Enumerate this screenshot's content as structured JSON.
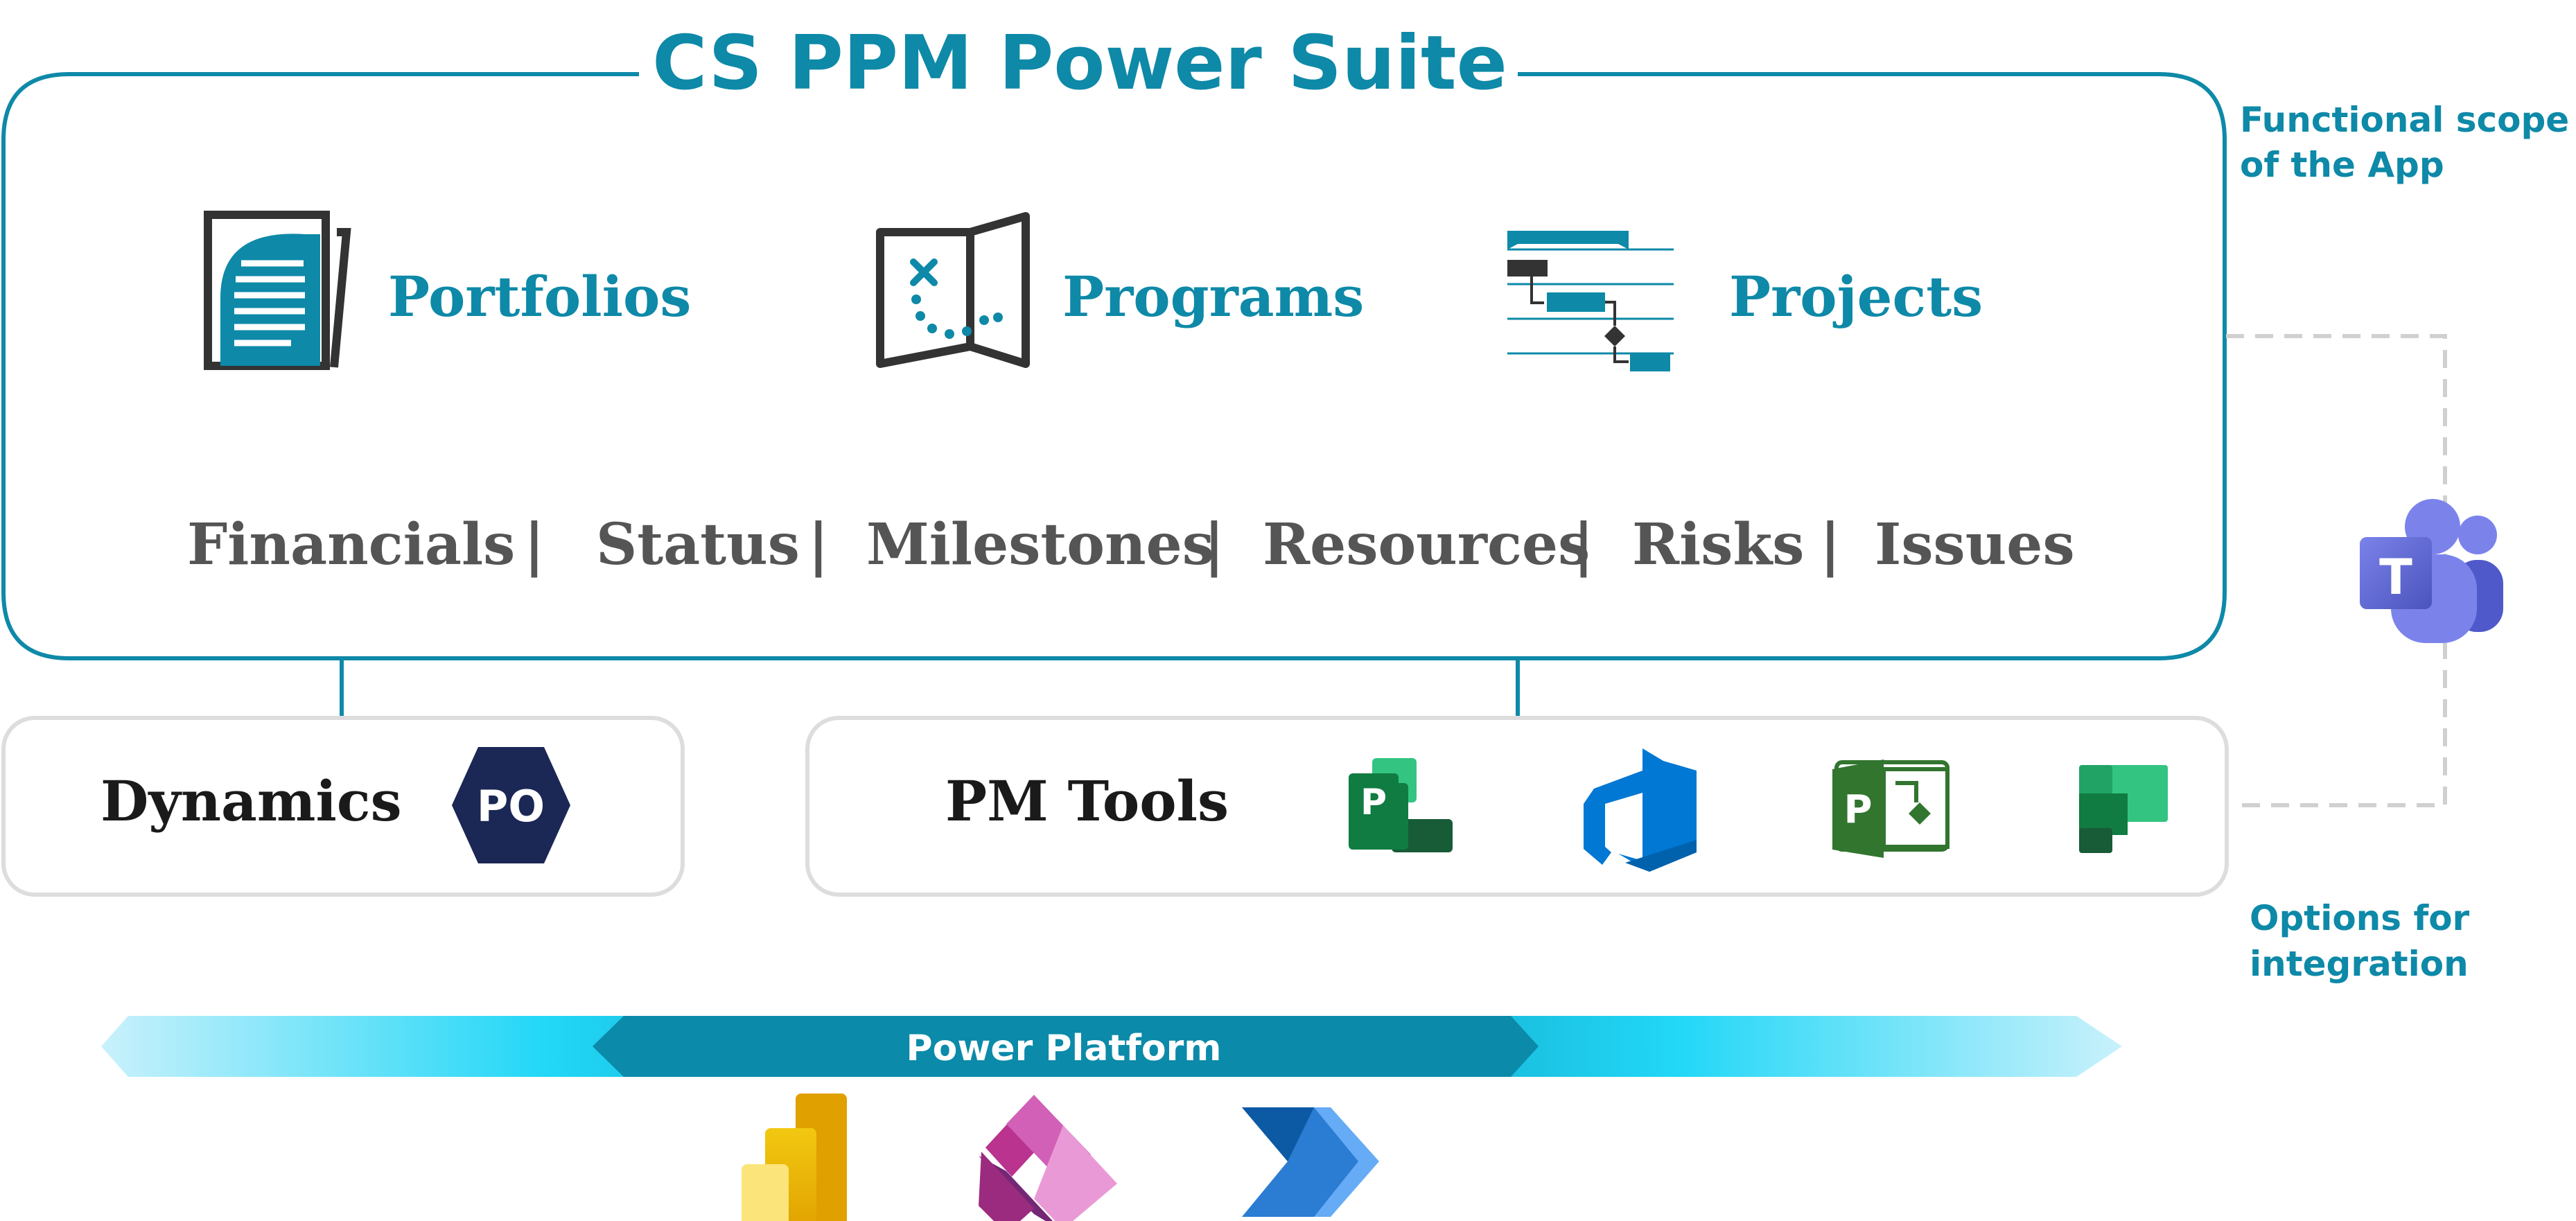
{
  "title": "CS PPM Power Suite",
  "scope_note": {
    "line1": "Functional scope",
    "line2": "of the App"
  },
  "integration_note": {
    "line1": "Options for",
    "line2": "integration"
  },
  "areas": [
    {
      "label": "Portfolios",
      "icon": "portfolio-document-icon"
    },
    {
      "label": "Programs",
      "icon": "program-map-icon"
    },
    {
      "label": "Projects",
      "icon": "project-gantt-icon"
    }
  ],
  "features": [
    "Financials",
    "Status",
    "Milestones",
    "Resources",
    "Risks",
    "Issues"
  ],
  "feature_separator": "|",
  "dynamics": {
    "label": "Dynamics",
    "badge": "PO"
  },
  "pm_tools": {
    "label": "PM Tools",
    "tools": [
      {
        "icon": "project-online-icon",
        "letter": "P"
      },
      {
        "icon": "azure-devops-icon"
      },
      {
        "icon": "ms-project-icon",
        "letter": "P"
      },
      {
        "icon": "planner-icon"
      }
    ]
  },
  "teams": {
    "icon": "teams-icon",
    "letter": "T"
  },
  "platform": {
    "label": "Power Platform",
    "apps": [
      "power-bi-icon",
      "power-apps-icon",
      "power-automate-icon"
    ]
  },
  "colors": {
    "brand": "#0e89a8",
    "text_gray": "#555555",
    "text_dark": "#1a1a1a",
    "box_border": "#dddddd",
    "dashed": "#d0d0d0",
    "navy": "#1b2755",
    "teams": "#5b5fc7"
  }
}
